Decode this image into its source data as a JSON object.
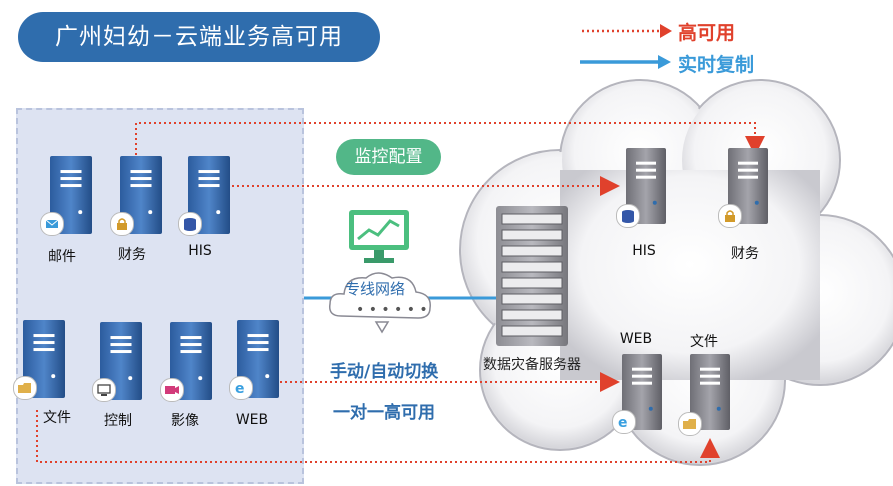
{
  "title": "广州妇幼－云端业务高可用",
  "legend": {
    "ha_label": "高可用",
    "replication_label": "实时复制",
    "ha_color": "#e0412c",
    "replication_color": "#3a9ad9"
  },
  "onprem_servers": [
    {
      "label": "邮件",
      "icon": "mail-icon"
    },
    {
      "label": "财务",
      "icon": "lock-icon"
    },
    {
      "label": "HIS",
      "icon": "database-icon"
    },
    {
      "label": "文件",
      "icon": "folder-icon"
    },
    {
      "label": "控制",
      "icon": "computer-icon"
    },
    {
      "label": "影像",
      "icon": "video-icon"
    },
    {
      "label": "WEB",
      "icon": "ie-icon"
    }
  ],
  "cloud_servers": [
    {
      "label": "HIS",
      "icon": "database-icon"
    },
    {
      "label": "财务",
      "icon": "lock-icon"
    },
    {
      "label": "WEB",
      "icon": "ie-icon"
    },
    {
      "label": "文件",
      "icon": "folder-icon"
    }
  ],
  "monitor_label": "监控配置",
  "link_label": "专线网络",
  "dr_server_label": "数据灾备服务器",
  "switch_label": "手动/自动切换",
  "mode_label": "一对一高可用"
}
